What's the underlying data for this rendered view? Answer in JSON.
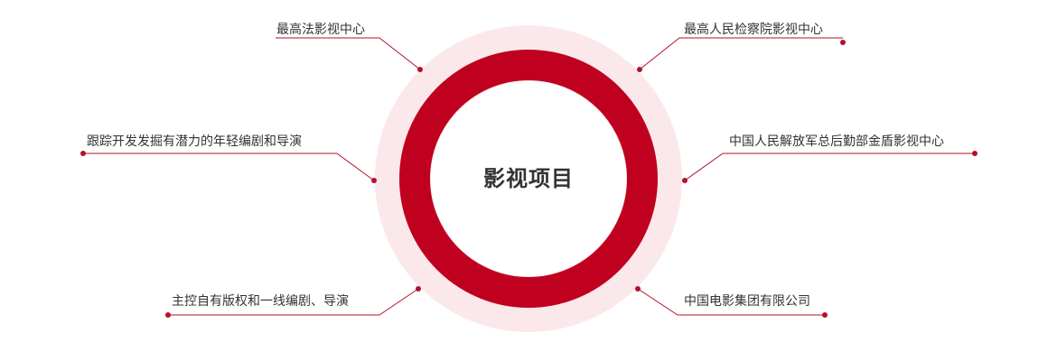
{
  "center": {
    "title": "影视项目"
  },
  "items": [
    {
      "label": "最高法影视中心"
    },
    {
      "label": "最高人民检察院影视中心"
    },
    {
      "label": "跟踪开发发掘有潜力的年轻编剧和导演"
    },
    {
      "label": "中国人民解放军总后勤部金盾影视中心"
    },
    {
      "label": "主控自有版权和一线编剧、导演"
    },
    {
      "label": "中国电影集团有限公司"
    }
  ],
  "colors": {
    "ring": "#c0001f",
    "halo": "#fbe8ea",
    "connector": "#b0132a",
    "text": "#333333"
  }
}
